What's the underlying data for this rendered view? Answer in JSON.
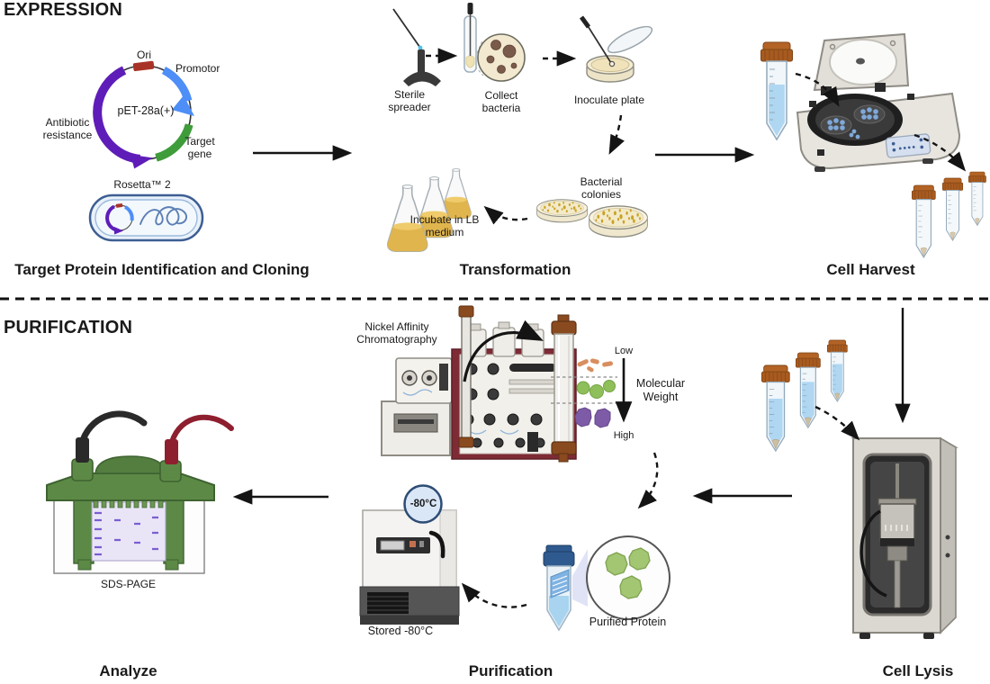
{
  "phases": {
    "expression": "EXPRESSION",
    "purification": "PURIFICATION"
  },
  "step_labels": {
    "cloning": "Target Protein Identification and Cloning",
    "transformation": "Transformation",
    "cell_harvest": "Cell Harvest",
    "analyze": "Analyze",
    "purification": "Purification",
    "cell_lysis": "Cell Lysis"
  },
  "plasmid": {
    "name": "pET-28a(+)",
    "ori": "Ori",
    "promotor": "Promotor",
    "antibiotic_resistance": "Antibiotic resistance",
    "target_gene": "Target gene",
    "strain": "Rosetta™ 2"
  },
  "transformation": {
    "sterile_spreader": "Sterile spreader",
    "collect_bacteria": "Collect bacteria",
    "inoculate_plate": "Inoculate plate",
    "bacterial_colonies": "Bacterial colonies",
    "incubate": "Incubate in LB medium"
  },
  "chromatography": {
    "method": "Nickel Affinity Chromatography",
    "gradient_top": "Low",
    "gradient_bottom": "High",
    "axis": "Molecular Weight"
  },
  "storage": {
    "badge": "-80°C",
    "caption": "Stored  -80°C"
  },
  "results": {
    "purified_protein": "Purified Protein",
    "sds_page": "SDS-PAGE"
  },
  "icons": {
    "plasmid": "circular plasmid map",
    "rosetta-bacterium": "bacterial cell with plasmid and chromosome",
    "sterile-spreader": "cell spreader on stand",
    "collect-bacteria": "culture tube with swab and magnified bacteria",
    "inoculate-plate": "petri dish with inoculation loop and lid",
    "lb-flasks": "three erlenmeyer flasks with LB medium",
    "bacterial-colonies": "two petri dishes with colonies",
    "centrifuge": "benchtop centrifuge with open lid",
    "falcon-tube": "conical tube with orange cap",
    "fplc": "chromatography instrument with buffer bottles",
    "chromatography-column": "packed affinity column",
    "molecular-weight-ladder": "size separation schematic",
    "sonicator": "cell lysis sonicator cabinet",
    "freezer": "-80°C upright freezer",
    "purified-protein-tube": "tube with purified protein magnifier",
    "sds-page": "gel electrophoresis tank"
  },
  "colors": {
    "backbone_purple": "#5E1DB8",
    "ori_red": "#A93226",
    "promotor_blue": "#4E8EF7",
    "target_gene_green": "#3F9C3A",
    "protein_green": "#A3C672",
    "protein_purple": "#7D5BA6",
    "peptide_orange": "#D98E5F",
    "cap_orange": "#AD6120",
    "liquid_blue": "#AFD7F2",
    "machine_maroon": "#7E2B35",
    "gel_green": "#5C8A46"
  }
}
